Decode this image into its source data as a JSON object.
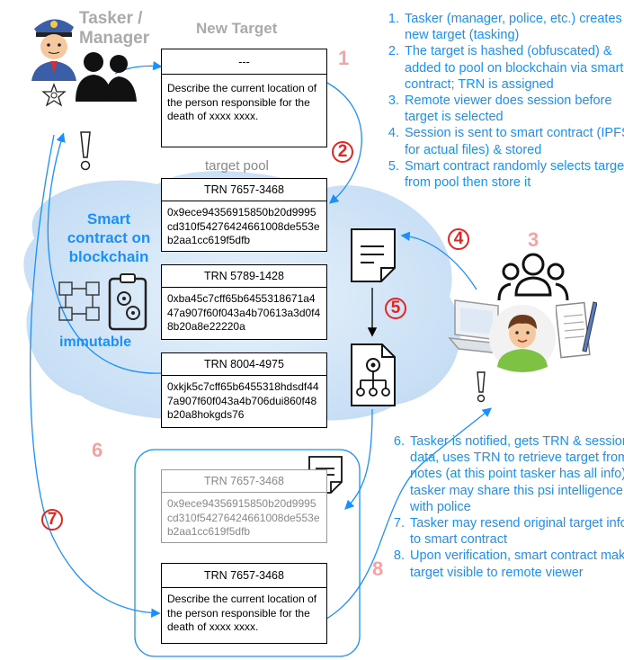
{
  "tasker": {
    "label_line1": "Tasker /",
    "label_line2": "Manager"
  },
  "new_target": {
    "title": "New Target",
    "header": "---",
    "text": "Describe the current location of the person responsible for the death of xxxx xxxx."
  },
  "pool": {
    "label": "target pool",
    "entries": [
      {
        "trn": "TRN 7657-3468",
        "hash": "0x9ece94356915850b20d9995cd310f54276424661008de553eb2aa1cc619f5dfb"
      },
      {
        "trn": "TRN 5789-1428",
        "hash": "0xba45c7cff65b6455318671a447a907f60f043a4b70613a3d0f48b20a8e22220a"
      },
      {
        "trn": "TRN 8004-4975",
        "hash": "0xkjk5c7cff65b6455318hdsdf447a907f60f043a4b706dui860f48b20a8hokgds76"
      }
    ]
  },
  "blockchain": {
    "line1": "Smart",
    "line2": "contract on",
    "line3": "blockchain",
    "immutable": "immutable"
  },
  "bottom": {
    "faded": {
      "trn": "TRN 7657-3468",
      "hash": "0x9ece94356915850b20d9995cd310f54276424661008de553eb2aa1cc619f5dfb"
    },
    "revealed": {
      "trn": "TRN 7657-3468",
      "text": "Describe the current location of the person responsible for the death of xxxx xxxx."
    }
  },
  "markers": {
    "n1": "1",
    "n2": "2",
    "n3": "3",
    "n4": "4",
    "n5": "5",
    "n6": "6",
    "n7": "7",
    "n8": "8"
  },
  "steps_top": [
    "Tasker (manager, police, etc.) creates new target (tasking)",
    "The target is hashed (obfuscated) & added to pool on blockchain via smart contract; TRN is assigned",
    "Remote viewer does session before target is selected",
    "Session is sent to smart contract (IPFS for actual files) & stored",
    "Smart contract randomly selects target from pool then store it"
  ],
  "steps_bottom": [
    "Tasker is notified, gets TRN & session data, uses TRN to retrieve target from notes (at this point tasker has all info); tasker may share this psi intelligence with police",
    "Tasker may resend original target info to smart contract",
    "Upon verification, smart contract makes target visible to remote viewer"
  ],
  "colors": {
    "accent_blue": "#1a8fff",
    "marker_red": "#e8231f",
    "marker_pink": "#f5a2a2",
    "cloud": "#cfe3f7"
  }
}
